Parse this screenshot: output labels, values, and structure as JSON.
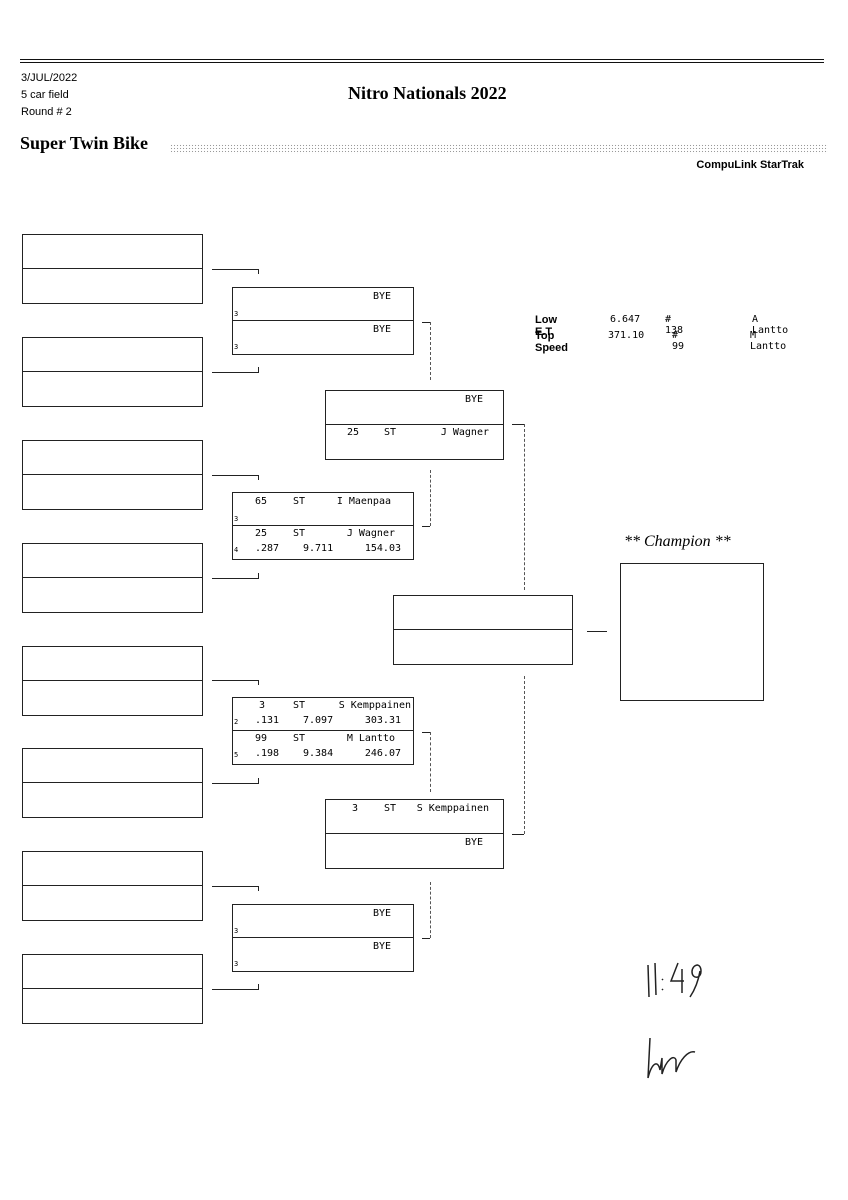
{
  "header": {
    "date": "3/JUL/2022",
    "field": "5 car field",
    "round": "Round # 2",
    "event_title": "Nitro Nationals 2022",
    "class_title": "Super Twin Bike",
    "system": "CompuLink StarTrak"
  },
  "stats": {
    "low_et": {
      "label": "Low  E.T.",
      "value": "6.647",
      "car": "# 138",
      "name": "A Lantto"
    },
    "top_speed": {
      "label": "Top Speed",
      "value": "371.10",
      "car": "# 99",
      "name": "M Lantto"
    }
  },
  "round2": [
    {
      "top": {
        "num": "",
        "cls": "",
        "name": "BYE",
        "lane": "3",
        "rt": "",
        "et": "",
        "mph": ""
      },
      "bot": {
        "num": "",
        "cls": "",
        "name": "BYE",
        "lane": "3",
        "rt": "",
        "et": "",
        "mph": ""
      }
    },
    {
      "top": {
        "num": "65",
        "cls": "ST",
        "name": "I Maenpaa",
        "lane": "3",
        "rt": "",
        "et": "",
        "mph": ""
      },
      "bot": {
        "num": "25",
        "cls": "ST",
        "name": "J Wagner",
        "lane": "4",
        "rt": ".287",
        "et": "9.711",
        "mph": "154.03"
      }
    },
    {
      "top": {
        "num": "3",
        "cls": "ST",
        "name": "S Kemppainen",
        "lane": "2",
        "rt": ".131",
        "et": "7.097",
        "mph": "303.31"
      },
      "bot": {
        "num": "99",
        "cls": "ST",
        "name": "M Lantto",
        "lane": "5",
        "rt": ".198",
        "et": "9.384",
        "mph": "246.07"
      }
    },
    {
      "top": {
        "num": "",
        "cls": "",
        "name": "BYE",
        "lane": "3",
        "rt": "",
        "et": "",
        "mph": ""
      },
      "bot": {
        "num": "",
        "cls": "",
        "name": "BYE",
        "lane": "3",
        "rt": "",
        "et": "",
        "mph": ""
      }
    }
  ],
  "round3": [
    {
      "top": {
        "num": "",
        "cls": "",
        "name": "BYE"
      },
      "bot": {
        "num": "25",
        "cls": "ST",
        "name": "J Wagner"
      }
    },
    {
      "top": {
        "num": "3",
        "cls": "ST",
        "name": "S Kemppainen"
      },
      "bot": {
        "num": "",
        "cls": "",
        "name": "BYE"
      }
    }
  ],
  "champion": {
    "label": "** Champion **"
  }
}
